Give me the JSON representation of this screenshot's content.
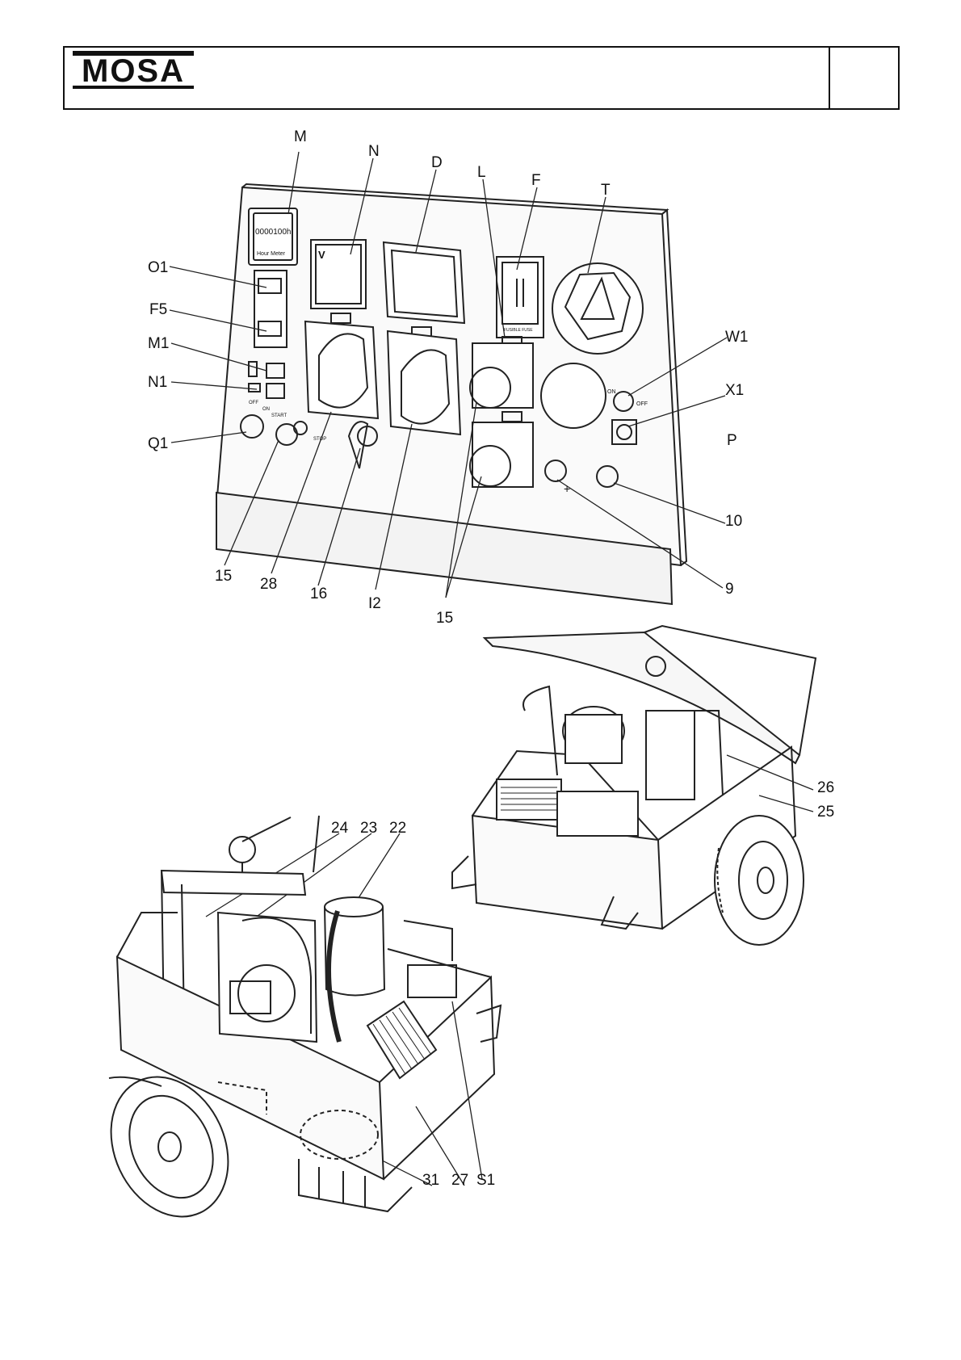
{
  "header": {
    "logo_text": "MOSA"
  },
  "panel": {
    "hour_meter_value": "0000100h",
    "hour_meter_label": "Hour Meter",
    "voltmeter_symbol": "V",
    "fuse_label": "FUSIBLE FUSE",
    "switch_on": "ON",
    "switch_off": "OFF",
    "key_labels": [
      "OFF",
      "ON",
      "START"
    ],
    "stop_label": "STOP",
    "plus_sign": "+"
  },
  "callouts": {
    "M": "M",
    "N": "N",
    "D": "D",
    "L": "L",
    "F": "F",
    "T": "T",
    "O1": "O1",
    "F5": "F5",
    "M1": "M1",
    "N1": "N1",
    "Q1": "Q1",
    "W1": "W1",
    "X1": "X1",
    "P": "P",
    "n10": "10",
    "n9": "9",
    "n15a": "15",
    "n28": "28",
    "n16": "16",
    "I2": "I2",
    "n15b": "15",
    "n26": "26",
    "n25": "25",
    "n24": "24",
    "n23": "23",
    "n22": "22",
    "n31": "31",
    "n27": "27",
    "S1": "S1"
  }
}
